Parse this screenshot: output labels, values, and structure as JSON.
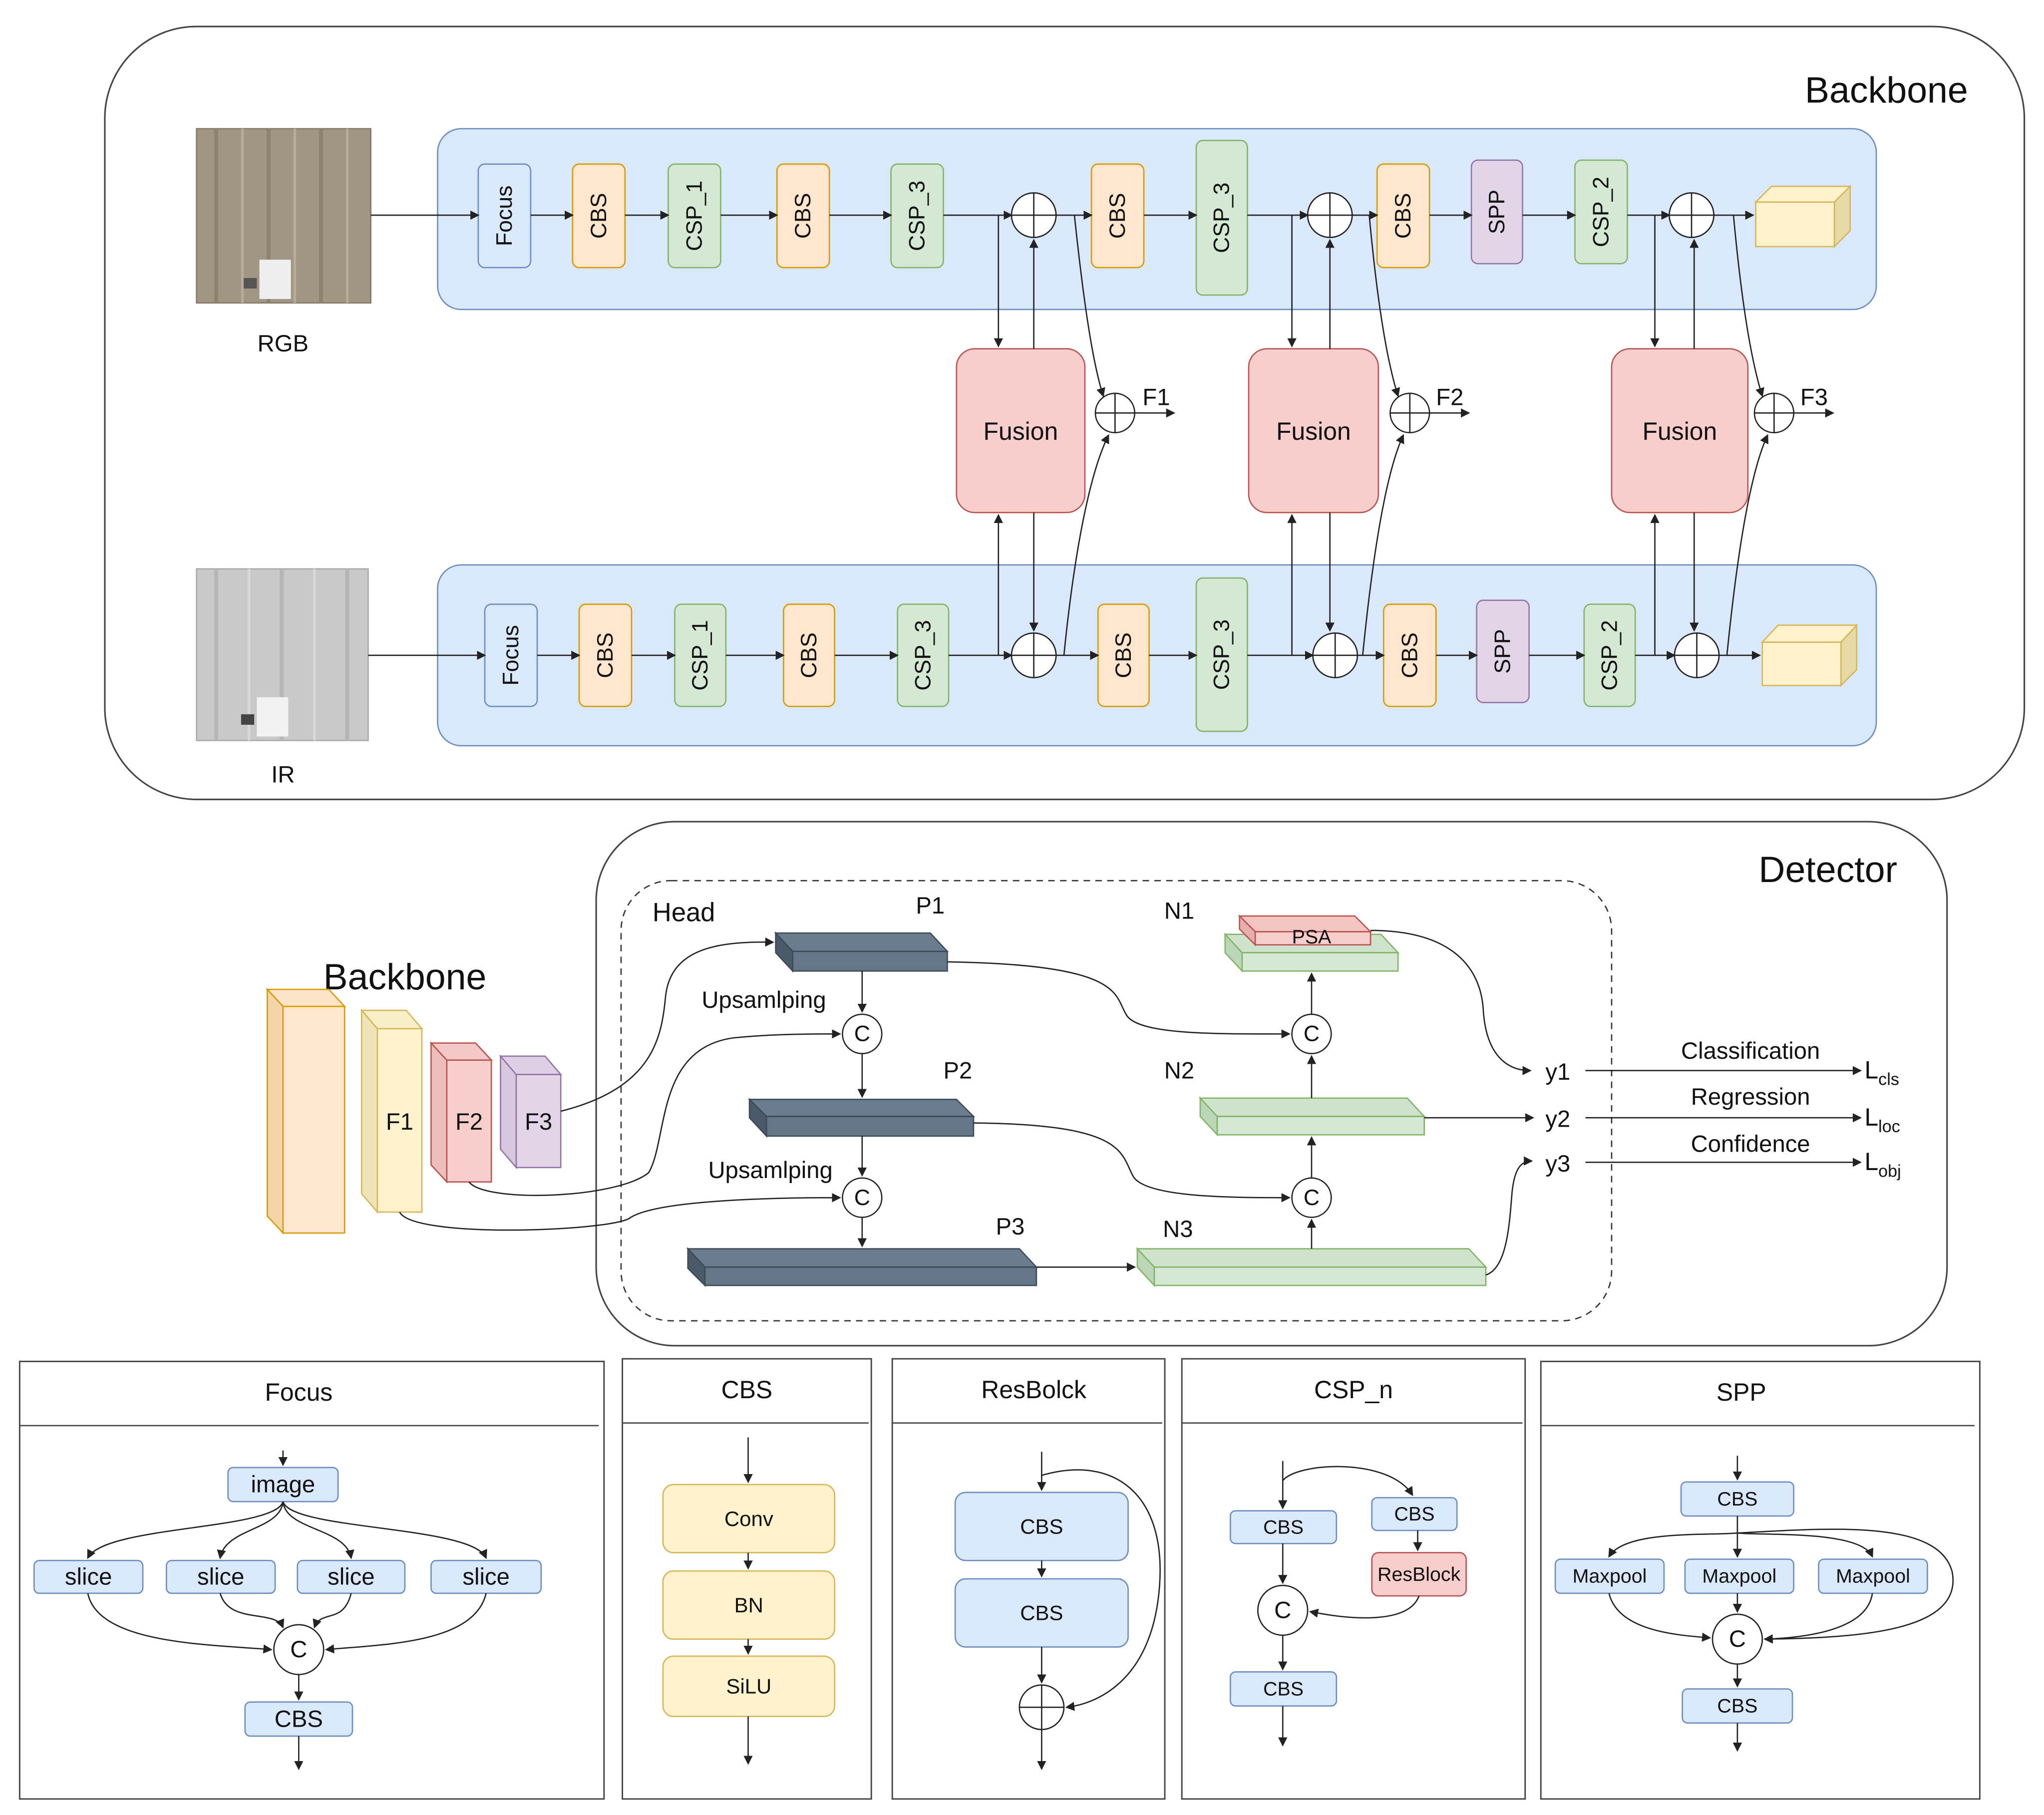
{
  "backbone": {
    "title": "Backbone",
    "rgb_label": "RGB",
    "ir_label": "IR",
    "rgb_blocks": [
      "Focus",
      "CBS",
      "CSP_1",
      "CBS",
      "CSP_3",
      "CBS",
      "CSP_3",
      "CBS",
      "SPP",
      "CSP_2"
    ],
    "ir_blocks": [
      "Focus",
      "CBS",
      "CSP_1",
      "CBS",
      "CSP_3",
      "CBS",
      "CSP_3",
      "CBS",
      "SPP",
      "CSP_2"
    ],
    "fusion_label": "Fusion",
    "outputs": [
      "F1",
      "F2",
      "F3"
    ]
  },
  "detector": {
    "title": "Detector",
    "backbone_label": "Backbone",
    "features": [
      "F1",
      "F2",
      "F3"
    ],
    "head_label": "Head",
    "p_labels": [
      "P1",
      "P2",
      "P3"
    ],
    "n_labels": [
      "N1",
      "N2",
      "N3"
    ],
    "psa_label": "PSA",
    "upsampling_label": "Upsamlping",
    "concat_symbol": "C",
    "outputs": [
      "y1",
      "y2",
      "y3"
    ],
    "tasks": [
      "Classification",
      "Regression",
      "Confidence"
    ],
    "loss_base": "L",
    "loss_subs": [
      "cls",
      "loc",
      "obj"
    ]
  },
  "modules": {
    "focus": {
      "title": "Focus",
      "image": "image",
      "slice": "slice",
      "concat": "C",
      "cbs": "CBS"
    },
    "cbs": {
      "title": "CBS",
      "layers": [
        "Conv",
        "BN",
        "SiLU"
      ]
    },
    "resblock": {
      "title": "ResBolck",
      "layers": [
        "CBS",
        "CBS"
      ]
    },
    "csp": {
      "title": "CSP_n",
      "cbs": "CBS",
      "resblock": "ResBlock",
      "concat": "C"
    },
    "spp": {
      "title": "SPP",
      "cbs": "CBS",
      "maxpool": "Maxpool",
      "concat": "C"
    }
  }
}
